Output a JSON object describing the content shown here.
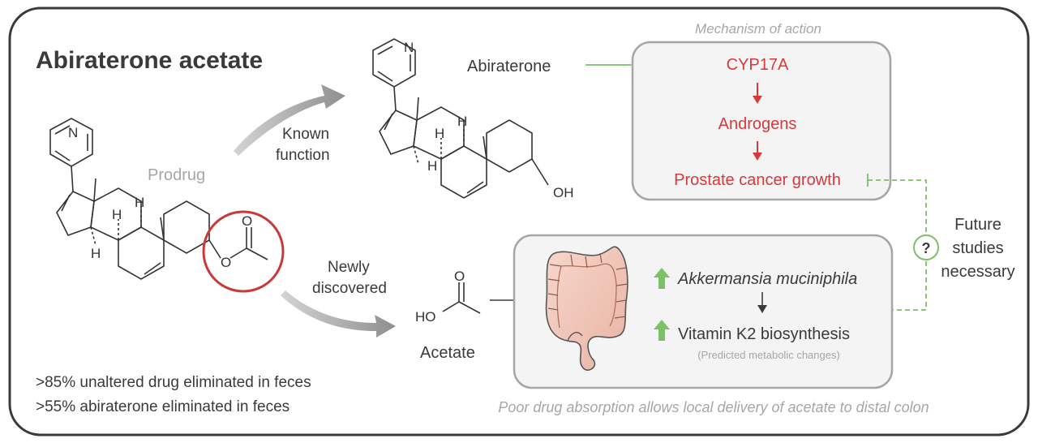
{
  "title": "Abiraterone acetate",
  "prodrug_label": "Prodrug",
  "known_function_label": [
    "Known",
    "function"
  ],
  "newly_discovered_label": [
    "Newly",
    "discovered"
  ],
  "abiraterone_label": "Abiraterone",
  "acetate_label": "Acetate",
  "mechanism": {
    "title": "Mechanism of action",
    "steps": [
      "CYP17A",
      "Androgens",
      "Prostate cancer growth"
    ]
  },
  "gut_box": {
    "bacterium": "Akkermansia muciniphila",
    "pathway": "Vitamin K2 biosynthesis",
    "note": "(Predicted metabolic changes)"
  },
  "future_label": [
    "Future",
    "studies",
    "necessary"
  ],
  "question_mark": "?",
  "elimination_notes": [
    ">85% unaltered drug eliminated in feces",
    ">55% abiraterone eliminated in feces"
  ],
  "footer_note": "Poor drug absorption allows local delivery of acetate to distal colon",
  "atoms": {
    "N": "N",
    "H": "H",
    "O": "O",
    "OH": "OH",
    "HO": "HO"
  },
  "colors": {
    "frame": "#3a3a3a",
    "text": "#3a3a3a",
    "muted": "#a6a6a6",
    "red": "#d9383a",
    "green": "#7cc06a",
    "box_fill": "#f4f4f4",
    "box_stroke": "#a6a6a6",
    "arrow_gray": "#9a9a9a",
    "circle_red": "#c83a3a"
  }
}
